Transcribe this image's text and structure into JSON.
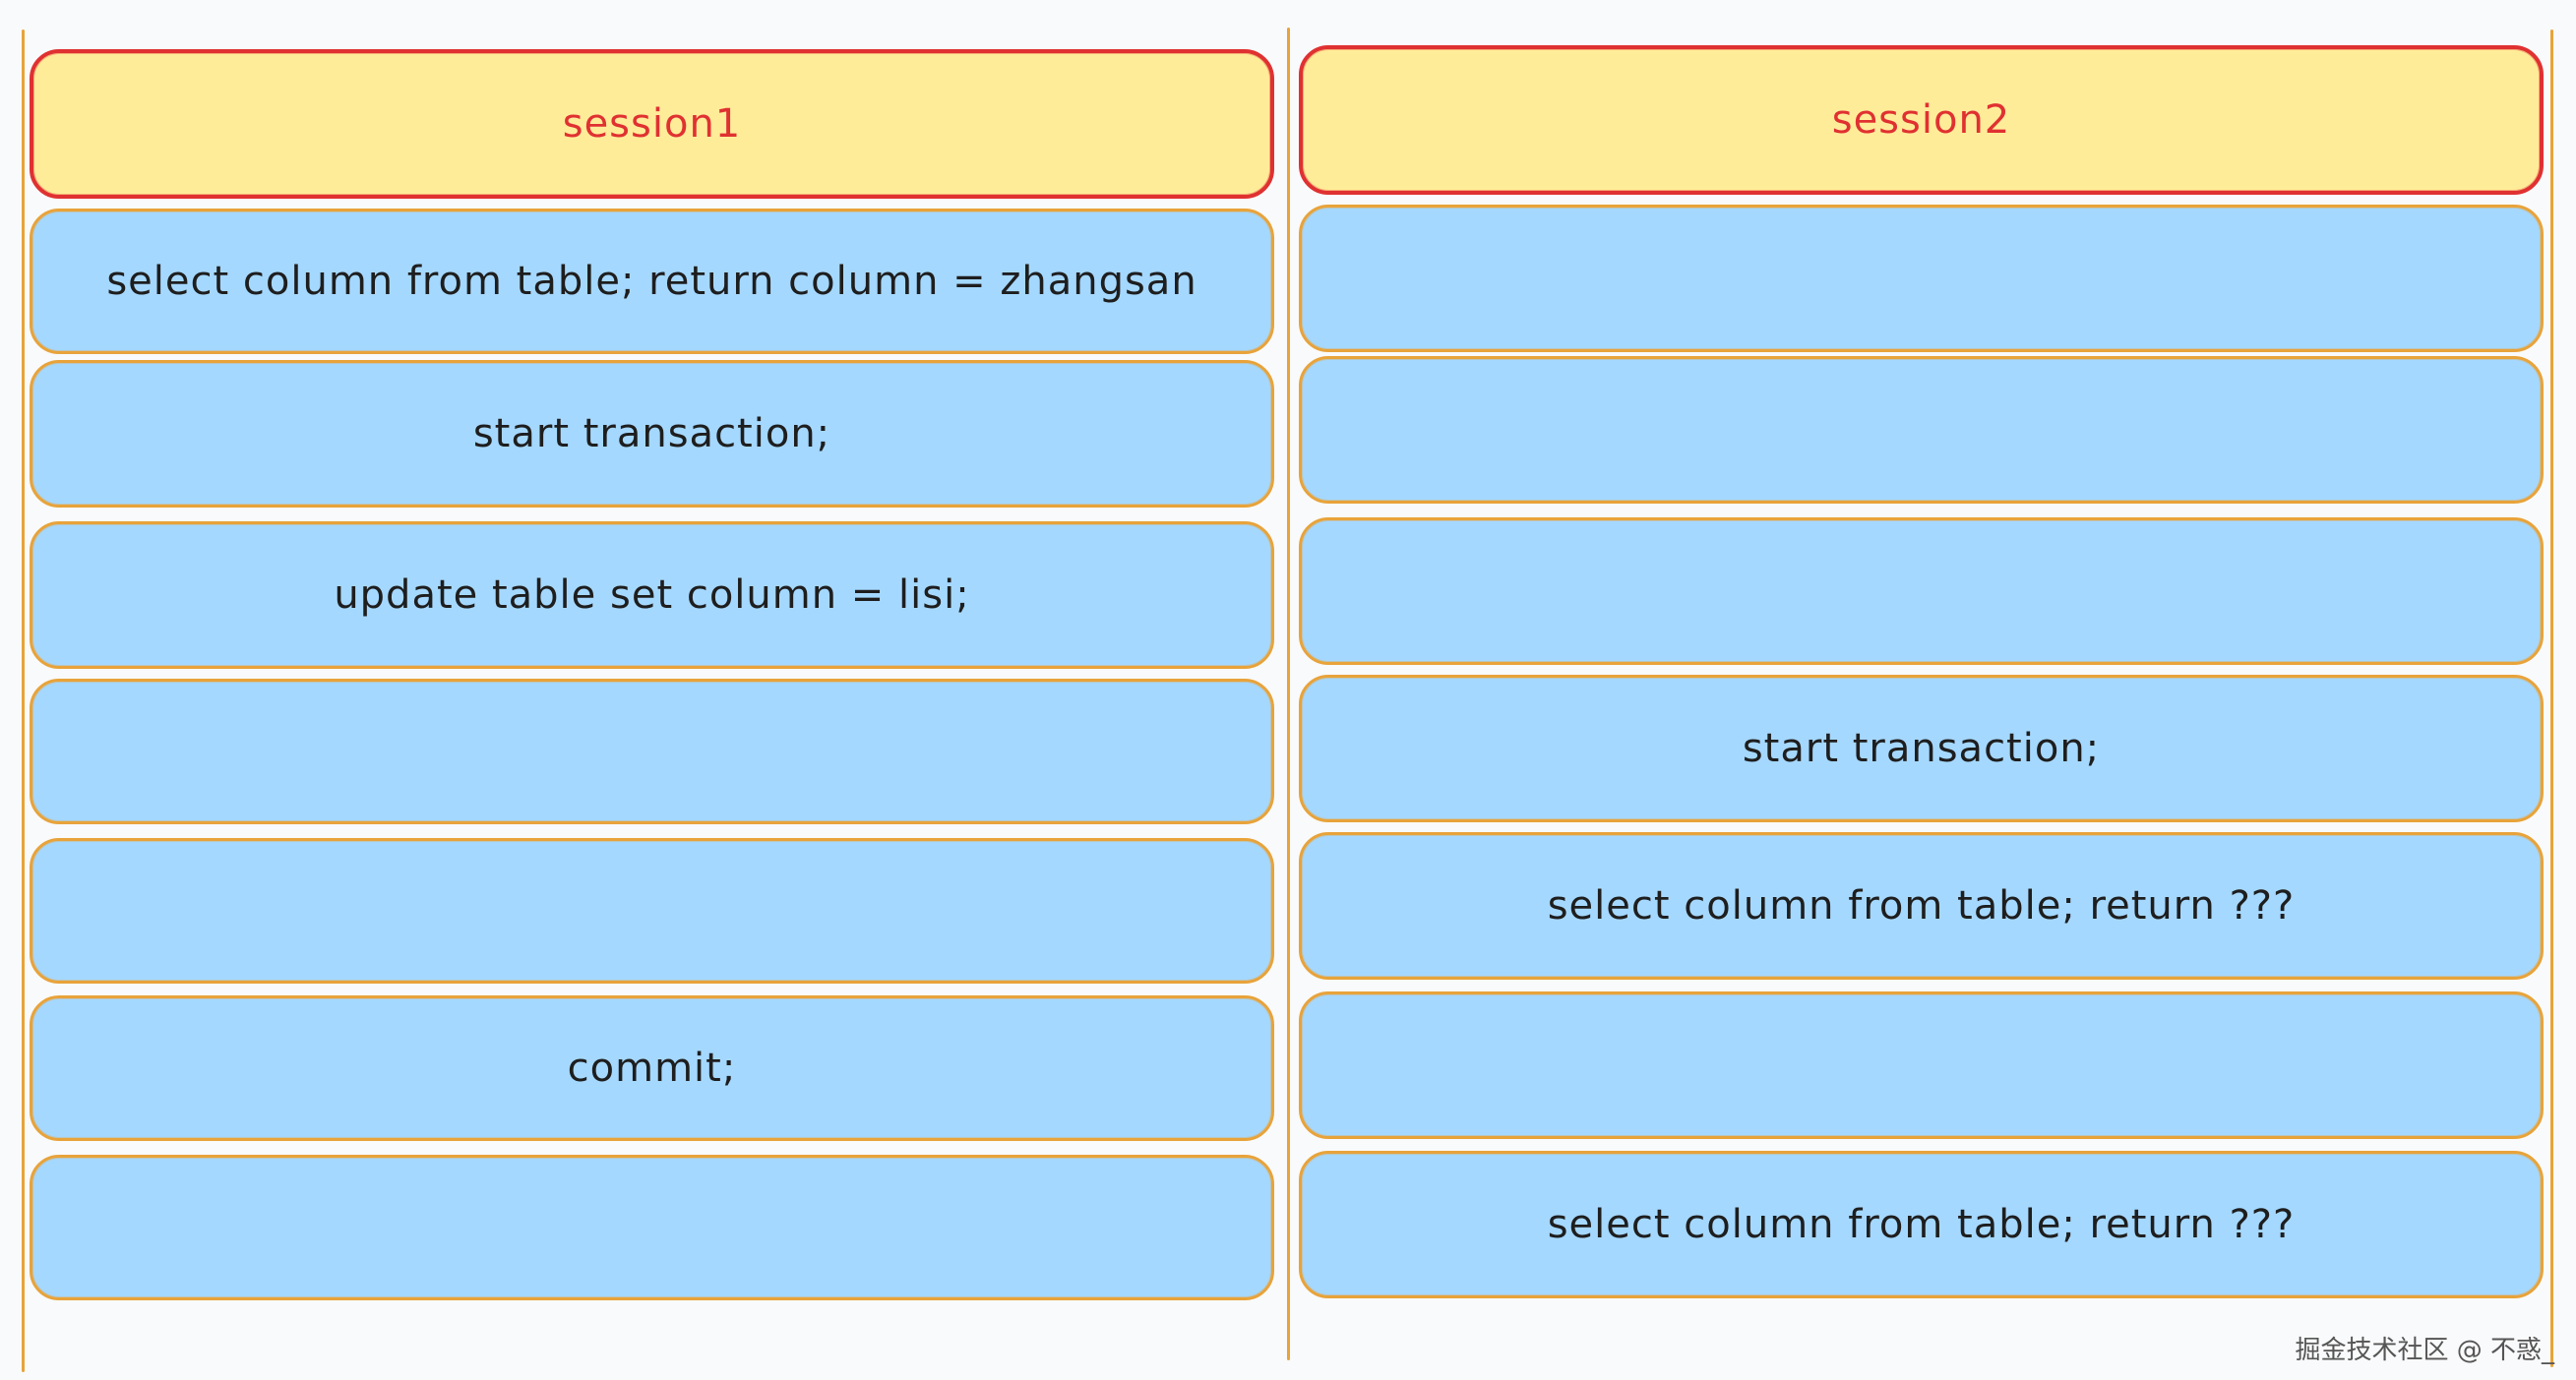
{
  "colors": {
    "background": "#f9fafb",
    "header_fill": "#ffec99",
    "header_stroke": "#e03131",
    "row_fill": "#a5d8ff",
    "row_stroke": "#e8a33a",
    "text": "#1e1e1e"
  },
  "sessions": [
    {
      "title": "session1",
      "rows": [
        "select column from table; return column = zhangsan",
        "start transaction;",
        "update table set column = lisi;",
        "",
        "",
        "commit;",
        ""
      ]
    },
    {
      "title": "session2",
      "rows": [
        "",
        "",
        "",
        "start transaction;",
        "select column from table; return ???",
        "",
        "select column from table; return ???"
      ]
    }
  ],
  "watermark": "掘金技术社区 @ 不惑_"
}
